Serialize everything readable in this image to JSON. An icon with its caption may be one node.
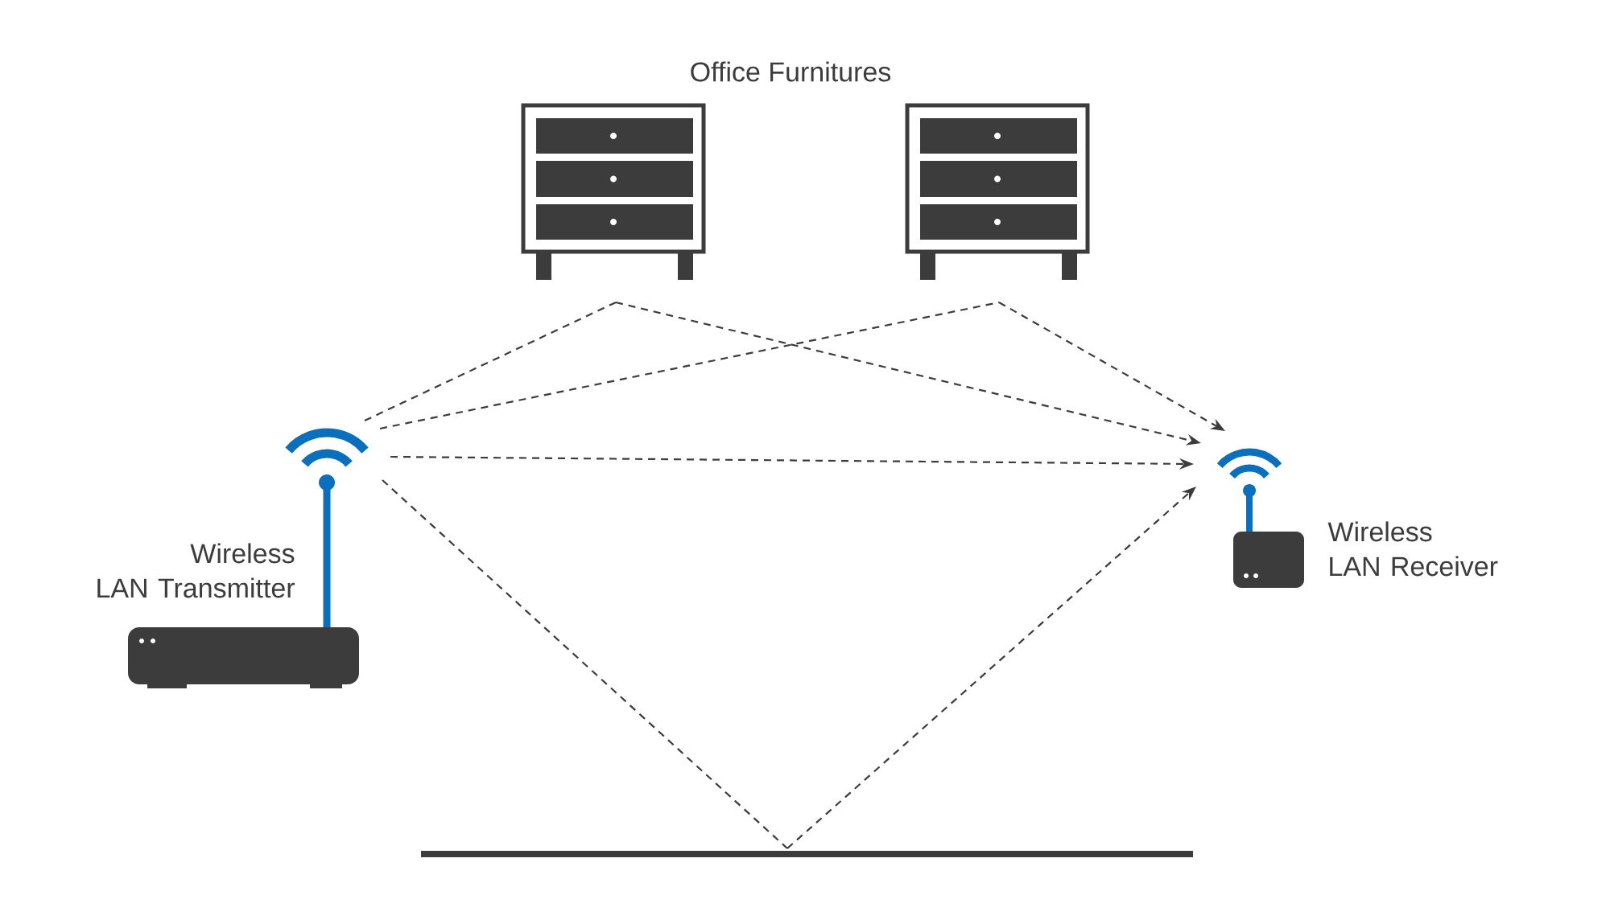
{
  "diagram": {
    "nodes": [
      {
        "text": [],
        "shape": "cabinet"
      },
      {
        "text": [],
        "shape": "cabinet"
      },
      {
        "text": [
          "Wireless LAN Transmitter"
        ]
      },
      {
        "text": [],
        "shape": "router",
        "beside": [
          "Wireless LAN Receiver"
        ]
      },
      {
        "text": [],
        "shape": "bar"
      }
    ],
    "edges": [
      {
        "from": 2,
        "to": 0,
        "arrow": "none",
        "style": "dashed"
      },
      {
        "from": 0,
        "to": 3,
        "arrow": "to",
        "style": "dashed"
      },
      {
        "from": 2,
        "to": 1,
        "arrow": "none",
        "style": "dashed"
      },
      {
        "from": 1,
        "to": 3,
        "arrow": "to",
        "style": "dashed"
      },
      {
        "from": 2,
        "to": 3,
        "arrow": "to",
        "style": "dashed"
      },
      {
        "from": 2,
        "to": 4,
        "arrow": "none",
        "style": "dashed"
      },
      {
        "from": 4,
        "to": 3,
        "arrow": "to",
        "style": "dashed"
      }
    ],
    "labels": [
      "Office Furnitures"
    ]
  }
}
